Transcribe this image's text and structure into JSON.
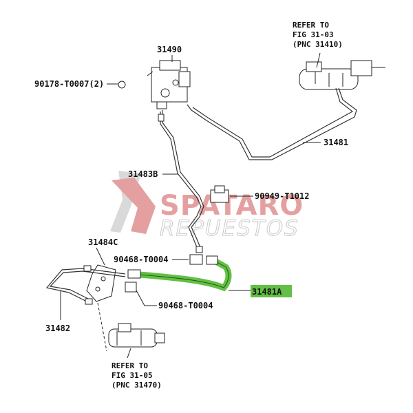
{
  "watermark": {
    "line1": "SPATARO",
    "line2": "REPUESTOS"
  },
  "labels": {
    "p31490": "31490",
    "p90178": "90178-T0007(2)",
    "p31481": "31481",
    "p31483b": "31483B",
    "p90949": "90949-T1012",
    "p31484c": "31484C",
    "p90468a": "90468-T0004",
    "p90468b": "90468-T0004",
    "p31481a": "31481A",
    "p31482": "31482"
  },
  "refer_top": {
    "line1": "REFER TO",
    "line2": "FIG 31-03",
    "line3": "(PNC 31410)"
  },
  "refer_bottom": {
    "line1": "REFER TO",
    "line2": "FIG 31-05",
    "line3": "(PNC 31470)"
  },
  "colors": {
    "highlight": "#63bf45",
    "watermark_red": "#e4a0a0",
    "watermark_gray": "#c9c9c9"
  }
}
